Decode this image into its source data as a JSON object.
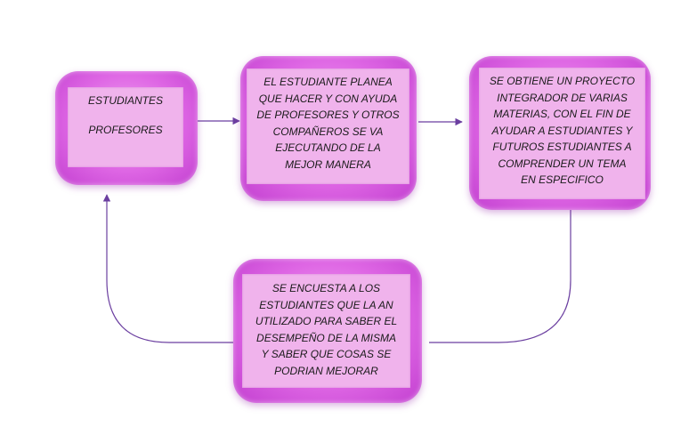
{
  "colors": {
    "node_border": "#d35ddc",
    "node_face": "#f0b3ec",
    "connector": "#6b3fa0"
  },
  "nodes": [
    {
      "id": "participants",
      "lines": [
        "ESTUDIANTES",
        "PROFESORES"
      ]
    },
    {
      "id": "planning",
      "lines": [
        "EL ESTUDIANTE PLANEA",
        "QUE HACER Y CON AYUDA",
        "DE PROFESORES Y OTROS",
        "COMPAÑEROS SE VA",
        "EJECUTANDO DE LA",
        "MEJOR MANERA"
      ]
    },
    {
      "id": "result",
      "lines": [
        "SE OBTIENE UN PROYECTO",
        "INTEGRADOR DE VARIAS",
        "MATERIAS, CON EL FIN DE",
        "AYUDAR A ESTUDIANTES Y",
        "FUTUROS ESTUDIANTES A",
        "COMPRENDER UN TEMA",
        "EN ESPECIFICO"
      ]
    },
    {
      "id": "survey",
      "lines": [
        "SE ENCUESTA A LOS",
        "ESTUDIANTES QUE LA AN",
        "UTILIZADO PARA SABER EL",
        "DESEMPEÑO DE LA MISMA",
        "Y SABER QUE COSAS SE",
        "PODRIAN MEJORAR"
      ]
    }
  ]
}
